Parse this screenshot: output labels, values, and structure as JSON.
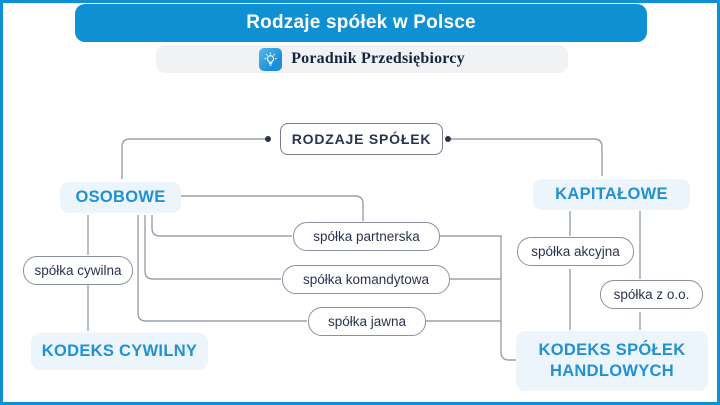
{
  "banner": {
    "title": "Rodzaje spółek w Polsce"
  },
  "brand": {
    "name": "Poradnik Przedsiębiorcy",
    "icon": "lightbulb-icon"
  },
  "colors": {
    "accent_blue": "#0e90d3",
    "heading_blue": "#2191d1",
    "light_blue_bg": "#edf5fc",
    "dark_navy_text": "#2b3350",
    "line_gray": "#9aa1aa"
  },
  "diagram": {
    "root": {
      "label": "RODZAJE SPÓŁEK"
    },
    "branches": {
      "osobowe": {
        "label": "OSOBOWE"
      },
      "kapitalowe": {
        "label": "KAPITAŁOWE"
      }
    },
    "nodes": {
      "cywilna": {
        "label": "spółka cywilna"
      },
      "partnerska": {
        "label": "spółka partnerska"
      },
      "komandytowa": {
        "label": "spółka komandytowa"
      },
      "jawna": {
        "label": "spółka jawna"
      },
      "akcyjna": {
        "label": "spółka akcyjna"
      },
      "zoo": {
        "label": "spółka z o.o."
      }
    },
    "codes": {
      "cywilny": {
        "label": "KODEKS CYWILNY"
      },
      "handlowy": {
        "label": "KODEKS SPÓŁEK HANDLOWYCH"
      }
    }
  }
}
